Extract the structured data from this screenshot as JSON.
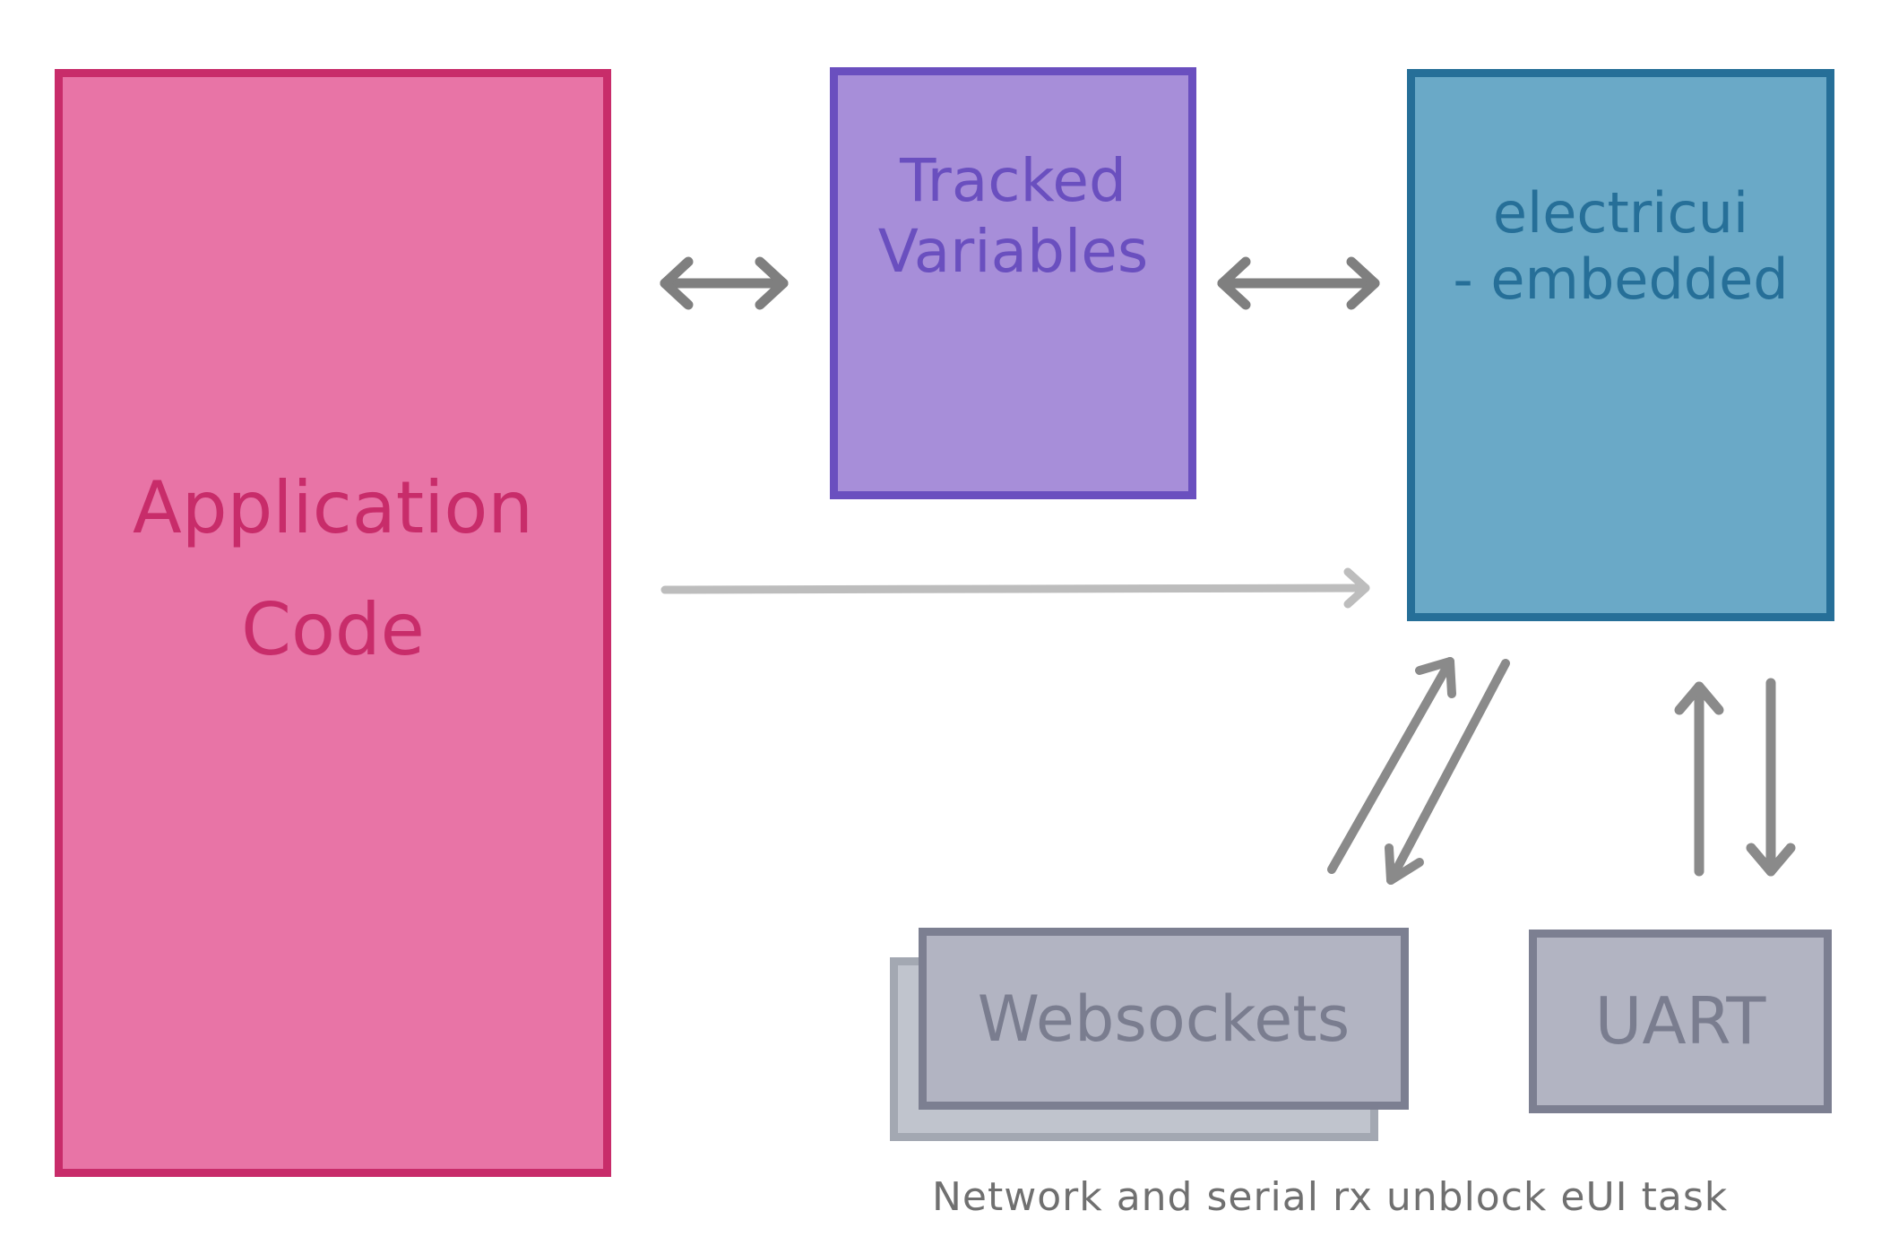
{
  "boxes": {
    "application_code": {
      "lines": [
        "Application",
        "Code"
      ]
    },
    "tracked_variables": {
      "lines": [
        "Tracked",
        "Variables"
      ]
    },
    "electricui_embedded": {
      "lines": [
        "electricui",
        "- embedded"
      ]
    },
    "websockets": {
      "label": "Websockets"
    },
    "uart": {
      "label": "UART"
    }
  },
  "caption": "Network and serial rx unblock eUI task",
  "colors": {
    "application_fill": "#e874a6",
    "application_border": "#c82c6a",
    "tracked_fill": "#a78ed9",
    "tracked_border": "#6a4fbf",
    "eui_fill": "#6aa9c7",
    "eui_border": "#266f98",
    "transport_fill": "#b2b4c2",
    "transport_border": "#7c7f91",
    "arrow_dark": "#7f7f7f",
    "arrow_light": "#bdbdbd"
  }
}
